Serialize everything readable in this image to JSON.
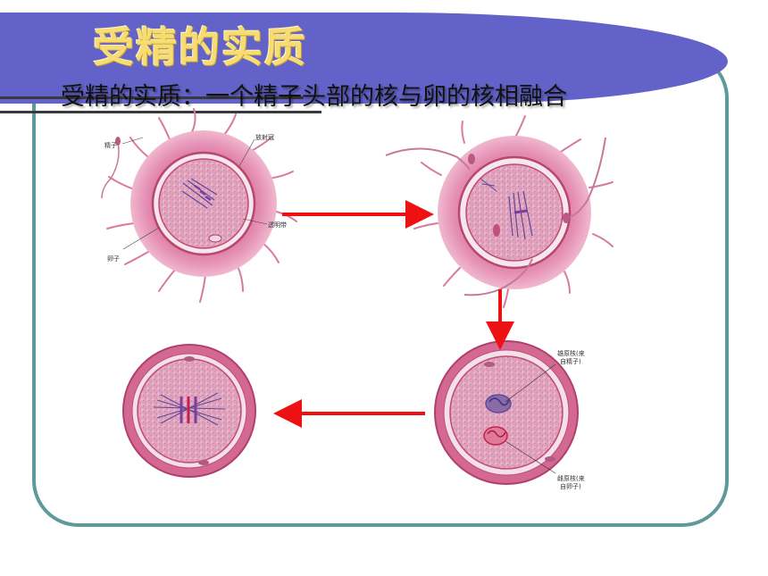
{
  "title": "受精的实质",
  "subtitle": "受精的实质：一个精子头部的核与卵的核相融合",
  "labels": {
    "sperm": "精子",
    "corona_radiata": "放射冠",
    "zona_pellucida": "透明带",
    "ovum": "卵子",
    "male_pronucleus_line1": "雄原核(来",
    "male_pronucleus_line2": "自精子)",
    "female_pronucleus_line1": "雌原核(来",
    "female_pronucleus_line2": "自卵子)"
  },
  "colors": {
    "banner": "#6262c8",
    "title": "#f6dc72",
    "frame": "#5f9a9b",
    "arrow": "#ee1111",
    "cell_membrane": "#c24a72",
    "corona": "#e590b4"
  }
}
